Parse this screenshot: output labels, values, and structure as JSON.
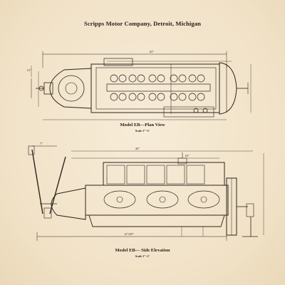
{
  "header": {
    "title": "Scripps Motor Company, Detroit, Michigan"
  },
  "plan_view": {
    "caption": "Model EB—Plan View",
    "scale": "Scale 1\"=1'",
    "dim_overall": "63\"",
    "dim_side": "21\""
  },
  "side_elevation": {
    "caption": "Model EB— Side Elevation",
    "scale": "Scale 1\"=1'",
    "dim_top": "44\"",
    "dim_top2": "63\"",
    "dim_left": "7\"",
    "dim_bottom": "67 5/8\""
  },
  "colors": {
    "paper": "#f3e6cf",
    "ink": "#2d241c"
  }
}
